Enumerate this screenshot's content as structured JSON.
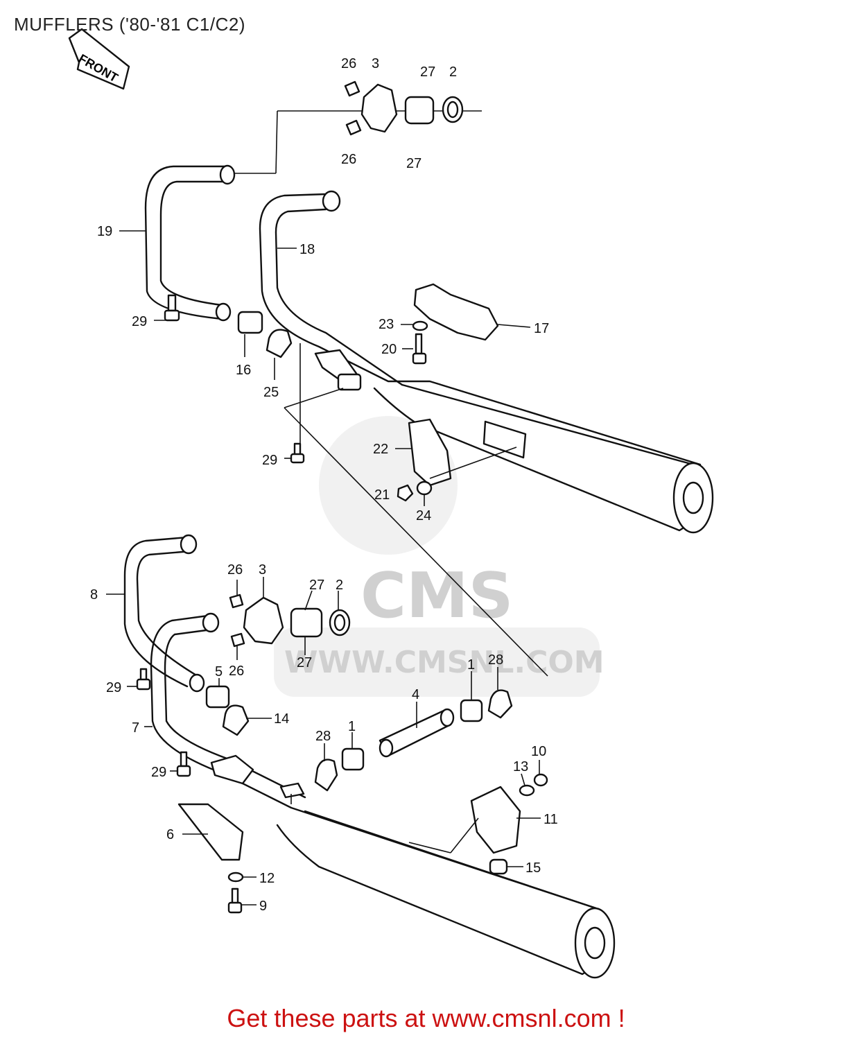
{
  "title": "MUFFLERS ('80-'81 C1/C2)",
  "front_tag": "FRONT",
  "watermark": {
    "logo_text": "CMS",
    "url_text": "WWW.CMSNL.COM"
  },
  "footer": "Get these parts at www.cmsnl.com !",
  "callouts": {
    "upper_26a": "26",
    "upper_3": "3",
    "upper_27a": "27",
    "upper_2": "2",
    "upper_26b": "26",
    "upper_27b": "27",
    "p19": "19",
    "p18": "18",
    "p29a": "29",
    "p16": "16",
    "p25": "25",
    "p23": "23",
    "p20": "20",
    "p17": "17",
    "p22": "22",
    "p29b": "29",
    "p21": "21",
    "p24": "24",
    "lower_26a": "26",
    "lower_3": "3",
    "lower_27a": "27",
    "lower_2": "2",
    "p8": "8",
    "lower_27b": "27",
    "lower_26b": "26",
    "p5": "5",
    "p29c": "29",
    "p14": "14",
    "p7": "7",
    "p28a": "28",
    "p1a": "1",
    "p4": "4",
    "p1b": "1",
    "p28b": "28",
    "p29d": "29",
    "p10": "10",
    "p13": "13",
    "p11": "11",
    "p6": "6",
    "p15": "15",
    "p12": "12",
    "p9": "9"
  }
}
